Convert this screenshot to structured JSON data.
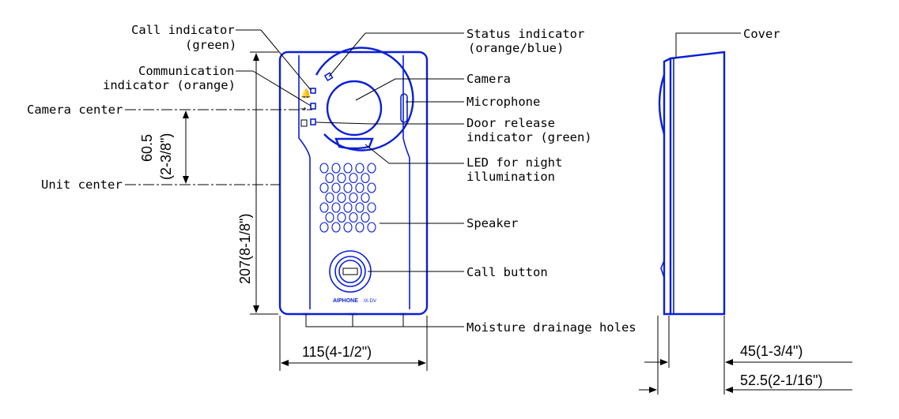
{
  "labels": {
    "call_indicator": "Call indicator",
    "call_indicator_sub": "(green)",
    "communication_indicator": "Communication",
    "communication_indicator_sub": "indicator (orange)",
    "camera_center": "Camera center",
    "unit_center": "Unit center",
    "status_indicator": "Status indicator",
    "status_indicator_sub": "(orange/blue)",
    "camera": "Camera",
    "microphone": "Microphone",
    "door_release": "Door release",
    "door_release_sub": "indicator (green)",
    "led_night": "LED for night",
    "led_night_sub": "illumination",
    "speaker": "Speaker",
    "call_button": "Call button",
    "moisture": "Moisture drainage holes",
    "cover": "Cover"
  },
  "dimensions": {
    "camera_offset": "60.5",
    "camera_offset_in": "(2-3/8\")",
    "height": "207(8-1/8\")",
    "width": "115(4-1/2\")",
    "depth_body": "45(1-3/4\")",
    "depth_total": "52.5(2-1/16\")"
  },
  "brand_text": "AIPHONE",
  "model_text": "IX-DV",
  "colors": {
    "outline": "#0a1fd6",
    "leader": "#000000"
  }
}
